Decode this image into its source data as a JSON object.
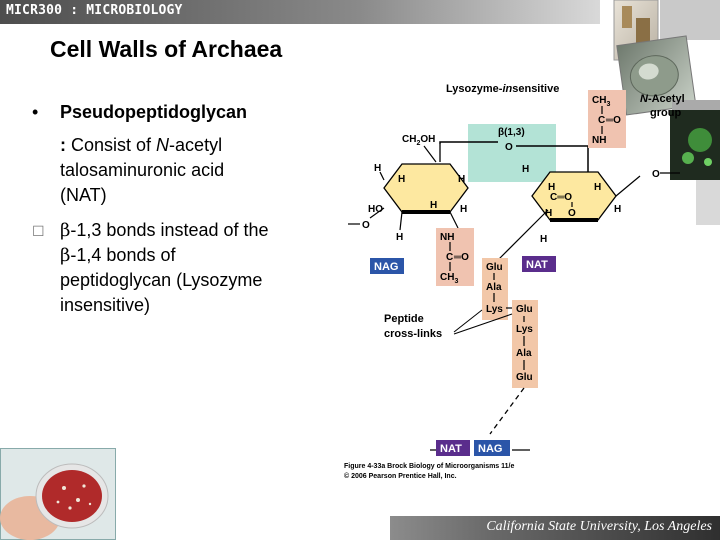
{
  "header": {
    "course": "MICR300 : MICROBIOLOGY"
  },
  "title": "Cell Walls of Archaea",
  "bullets": {
    "b1_marker": "•",
    "b1_heading": "Pseudopeptidoglycan",
    "b1_line2_colon": ":",
    "b1_line2_pre": " Consist of ",
    "b1_line2_italic": "N",
    "b1_line2_post": "-acetyl",
    "b1_line3": "talosaminuronic acid",
    "b1_line4": "(NAT)",
    "b2_marker": "",
    "b2_line1_beta": "β",
    "b2_line1_post": "-1,3 bonds instead of the",
    "b2_line2_beta": "β",
    "b2_line2_post": "-1,4 bonds of",
    "b2_line3": "peptidoglycan (Lysozyme",
    "b2_line4": "insensitive)"
  },
  "diagram": {
    "lysozyme_pre": "Lysozyme-",
    "lysozyme_italic": "in",
    "lysozyme_post": "sensitive",
    "beta_bond": "β(1,3)",
    "bond_o": "O",
    "ch2oh": "CH",
    "ch2oh_sub": "2",
    "ch2oh_end": "OH",
    "h": "H",
    "ho": "HO",
    "o": "O",
    "c_eq_o": "C═O",
    "nacetyl_label_1_italic": "N",
    "nacetyl_label_1_post": "-Acetyl",
    "nacetyl_label_2": "group",
    "ch3": "CH",
    "ch3_sub": "3",
    "c": "C",
    "eq_o": "═O",
    "nh": "NH",
    "nag": "NAG",
    "nat": "NAT",
    "glu": "Glu",
    "ala": "Ala",
    "lys": "Lys",
    "peptide_label_1": "Peptide",
    "peptide_label_2": "cross-links",
    "caption_1": "Figure 4-33a  Brock Biology of Microorganisms 11/e",
    "caption_2": "© 2006 Pearson Prentice Hall, Inc.",
    "colors": {
      "sugar_fill": "#fde8a0",
      "bond_fill": "#b3e3d6",
      "group_fill": "#f0c3b0",
      "peptide_fill": "#f2c7a8",
      "nag_badge": "#2b55a8",
      "nat_badge": "#5a2d8c"
    }
  },
  "footer": {
    "institution": "California State University, Los Angeles"
  }
}
